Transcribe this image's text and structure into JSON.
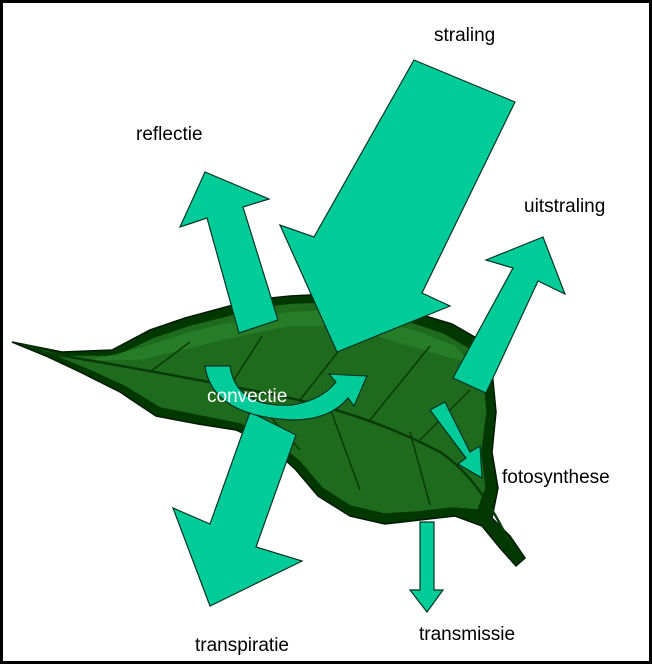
{
  "labels": {
    "straling": "straling",
    "reflectie": "reflectie",
    "uitstraling": "uitstraling",
    "convectie": "convectie",
    "fotosynthese": "fotosynthese",
    "transpiratie": "transpiratie",
    "transmissie": "transmissie"
  },
  "colors": {
    "arrow_fill": "#00cc99",
    "arrow_stroke": "#003322",
    "leaf_fill": "#1e6b1e",
    "leaf_edge": "#003800",
    "vein": "#0a3a0a",
    "border": "#000000"
  },
  "icons": {
    "leaf": "leaf-icon",
    "arrows": "arrow-icon"
  }
}
